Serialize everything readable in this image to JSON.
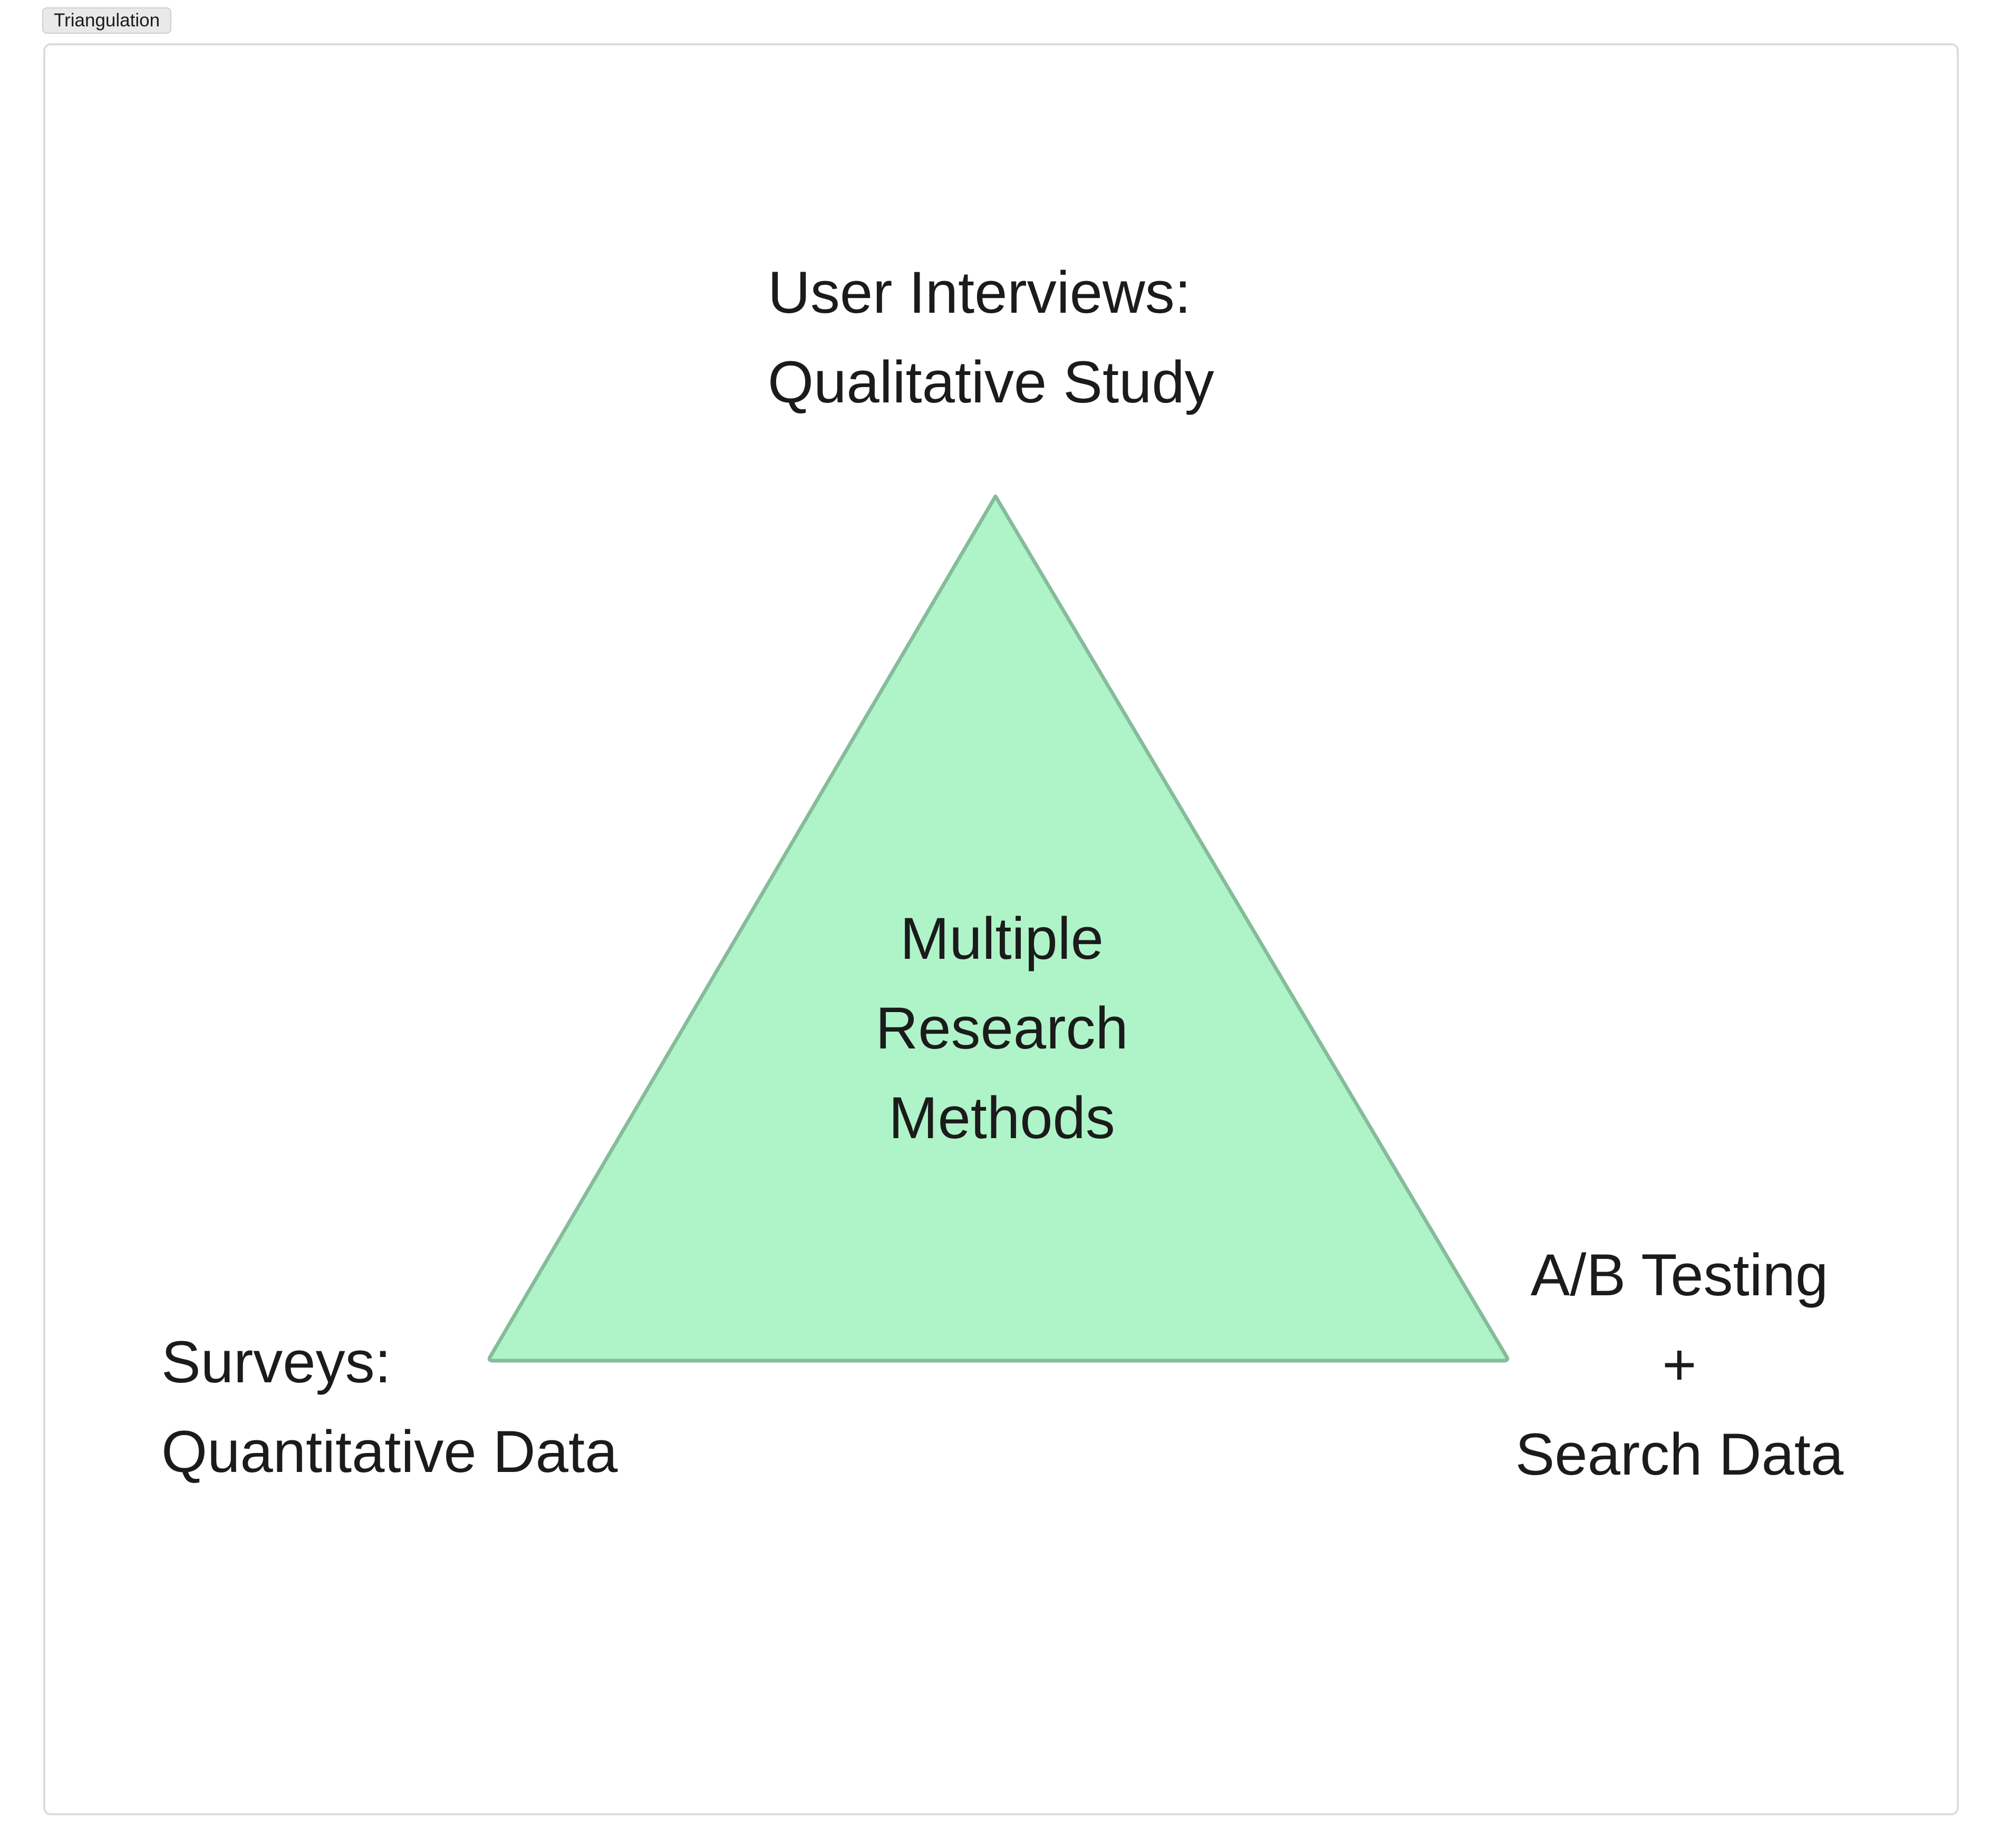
{
  "tab": {
    "label": "Triangulation"
  },
  "diagram": {
    "center": {
      "lines": [
        "Multiple",
        "Research",
        "Methods"
      ]
    },
    "top": {
      "lines": [
        "User Interviews:",
        "Qualitative Study"
      ]
    },
    "bottom_left": {
      "lines": [
        "Surveys:",
        "Quantitative Data"
      ]
    },
    "bottom_right": {
      "lines": [
        "A/B Testing",
        "+",
        "Search Data"
      ]
    },
    "colors": {
      "triangle_fill": "#aff4c8",
      "triangle_stroke": "#85bc9a",
      "text": "#1b1b1b",
      "frame_border": "#dddddd"
    }
  }
}
